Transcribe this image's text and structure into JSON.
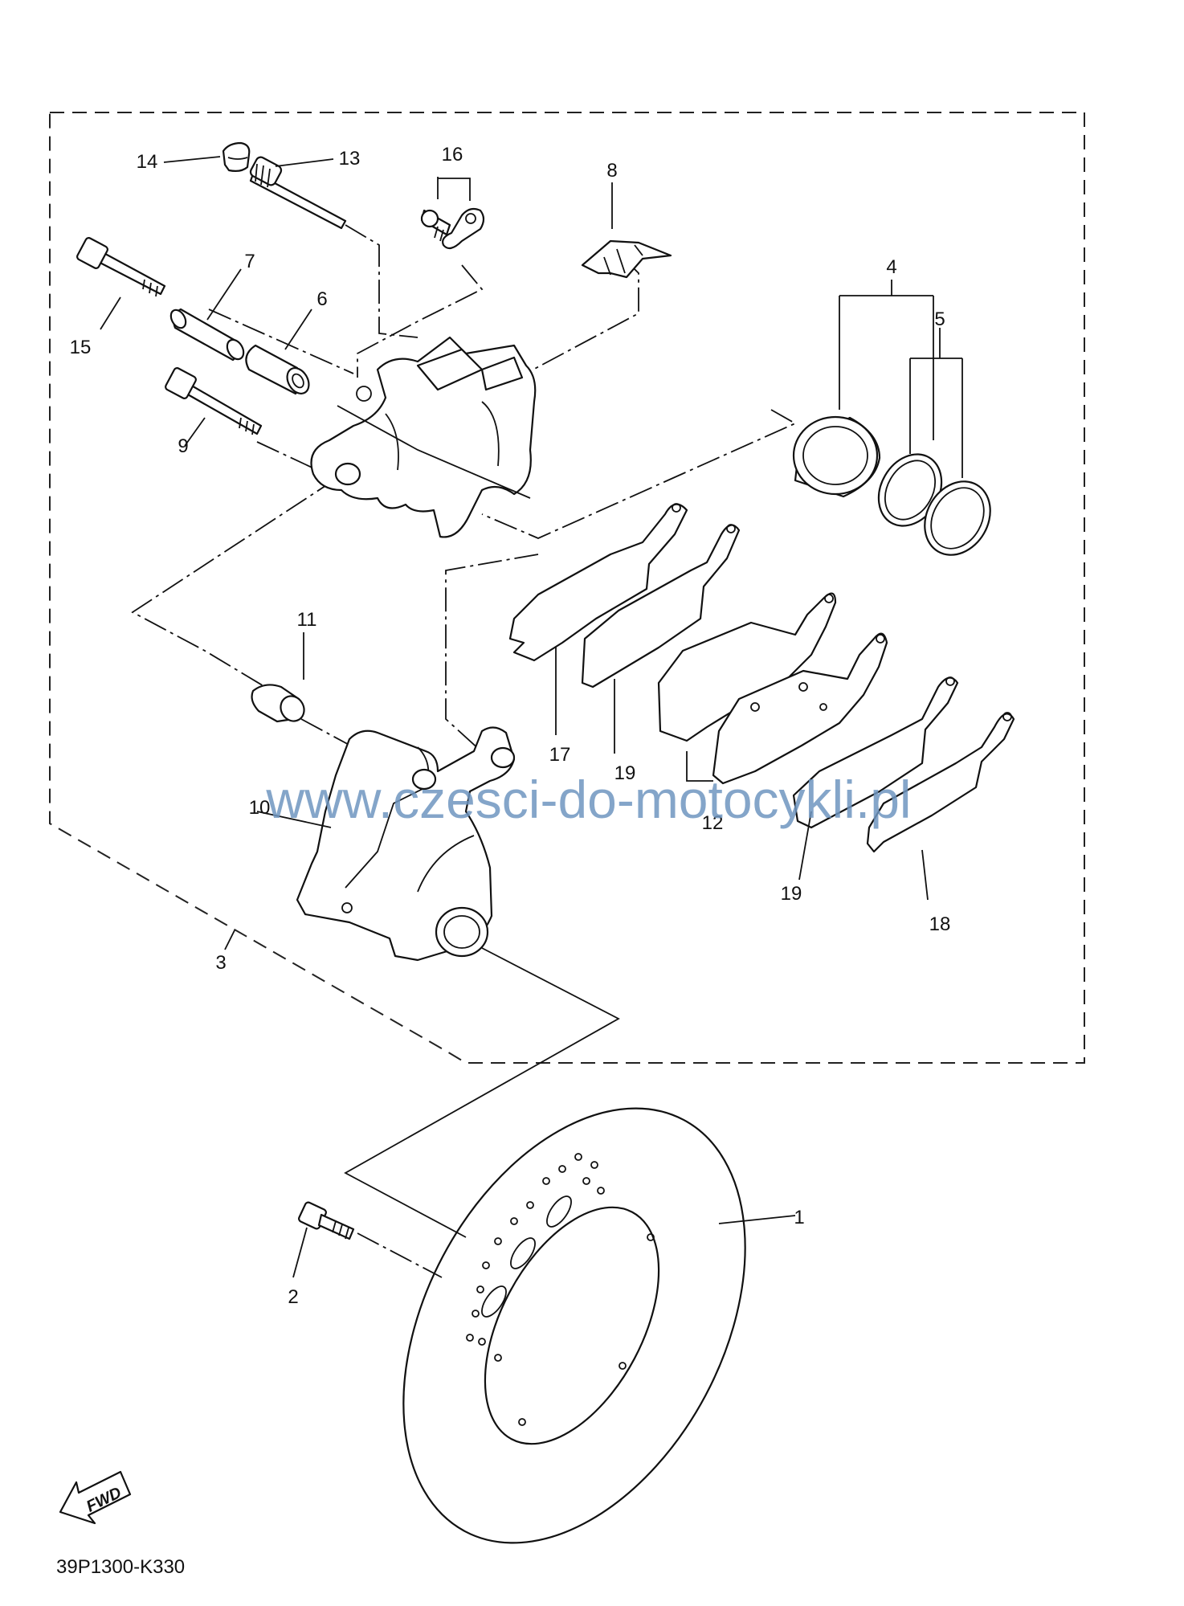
{
  "diagram": {
    "code": "39P1300-K330",
    "watermark": "www.czesci-do-motocykli.pl",
    "fwd_label": "FWD",
    "callouts": {
      "p1": "1",
      "p2": "2",
      "p3": "3",
      "p4": "4",
      "p5": "5",
      "p6": "6",
      "p7": "7",
      "p8": "8",
      "p9": "9",
      "p10": "10",
      "p11": "11",
      "p12": "12",
      "p13": "13",
      "p14": "14",
      "p15": "15",
      "p16": "16",
      "p17": "17",
      "p18": "18",
      "p19a": "19",
      "p19b": "19"
    }
  }
}
